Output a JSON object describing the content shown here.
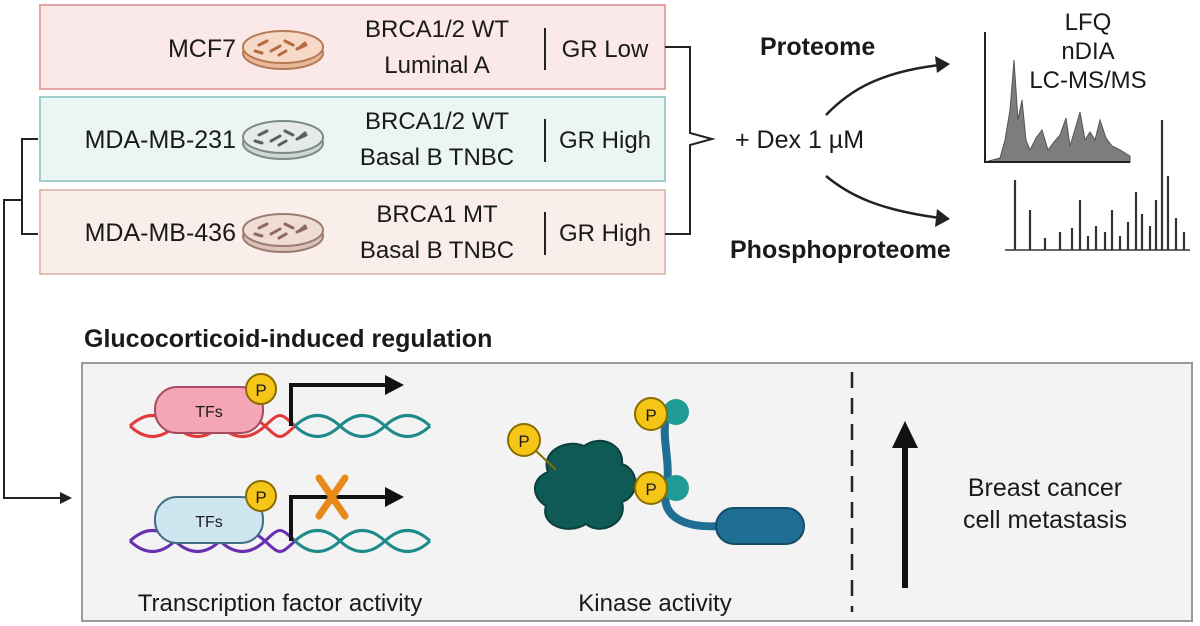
{
  "cell_lines": [
    {
      "name": "MCF7",
      "genotype": "BRCA1/2 WT",
      "subtype": "Luminal A",
      "gr": "GR Low"
    },
    {
      "name": "MDA-MB-231",
      "genotype": "BRCA1/2 WT",
      "subtype": "Basal B TNBC",
      "gr": "GR High"
    },
    {
      "name": "MDA-MB-436",
      "genotype": "BRCA1 MT",
      "subtype": "Basal B TNBC",
      "gr": "GR High"
    }
  ],
  "treatment": "+ Dex 1 µM",
  "branches": {
    "proteome": "Proteome",
    "phosphoproteome": "Phosphoproteome"
  },
  "methods": [
    "LFQ",
    "nDIA",
    "LC-MS/MS"
  ],
  "regulation": {
    "title": "Glucocorticoid-induced regulation",
    "tf_label": "TFs",
    "phospho_label": "P",
    "tf_activity": "Transcription factor activity",
    "kinase_activity": "Kinase activity",
    "outcome_line1": "Breast cancer",
    "outcome_line2": "cell metastasis"
  },
  "colors": {
    "row1_bg": "#fbe9e9",
    "row1_border": "#e6a5a5",
    "row2_bg": "#eaf5f4",
    "row2_border": "#9fcfcb",
    "row3_bg": "#f9eeea",
    "row3_border": "#e2bfb4",
    "tf_pink": "#f4a6b6",
    "tf_blue": "#cde6f0",
    "phospho": "#f5c518",
    "kinase": "#0f5a55",
    "cross": "#e88a1a"
  }
}
